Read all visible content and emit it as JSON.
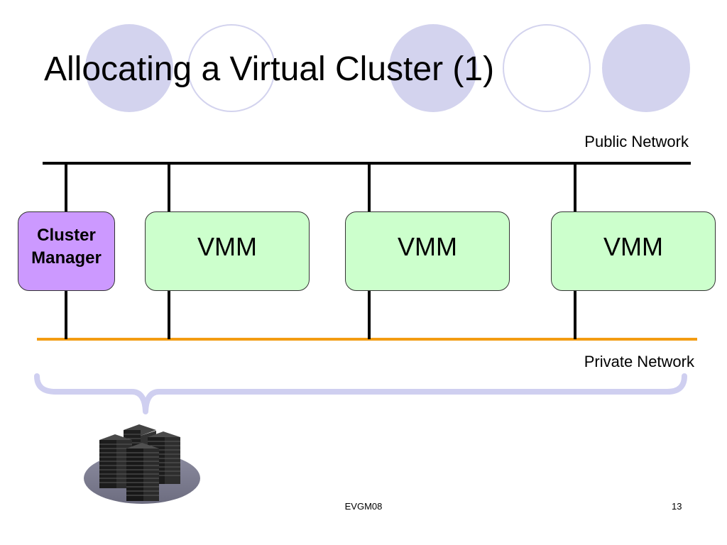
{
  "slide": {
    "title": "Allocating a Virtual Cluster (1)",
    "footer": "EVGM08",
    "page_number": "13"
  },
  "networks": {
    "public_label": "Public Network",
    "private_label": "Private Network",
    "public_color": "#000000",
    "private_color": "#f39c12"
  },
  "nodes": {
    "manager": {
      "line1": "Cluster",
      "line2": "Manager",
      "color": "#cc99ff"
    },
    "vmm_1": {
      "label": "VMM",
      "color": "#ccffcc"
    },
    "vmm_2": {
      "label": "VMM",
      "color": "#ccffcc"
    },
    "vmm_3": {
      "label": "VMM",
      "color": "#ccffcc"
    }
  },
  "decor": {
    "circle_color": "#d3d3ee",
    "brace_color": "#cfcff0",
    "server_icon": "server-cluster-icon"
  }
}
